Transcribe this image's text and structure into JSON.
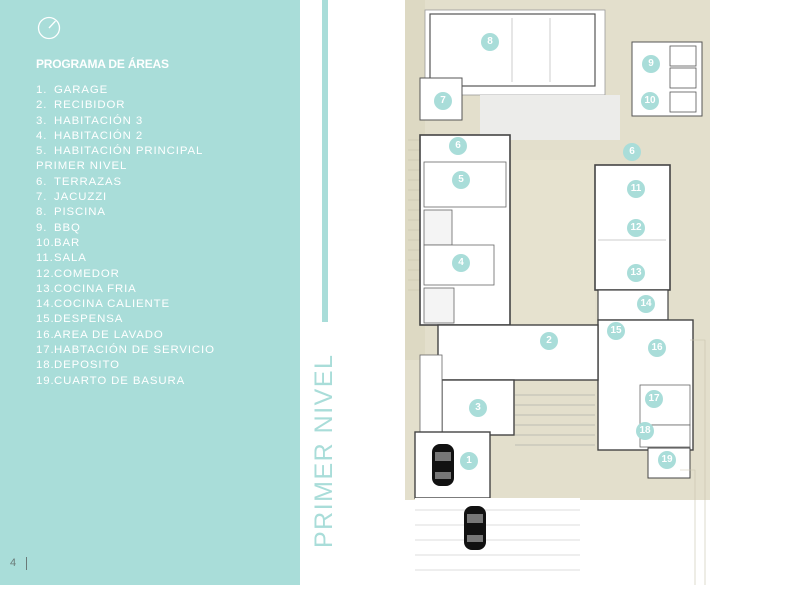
{
  "sidebar": {
    "title": "PROGRAMA DE ÁREAS",
    "items": [
      {
        "num": "1.",
        "label": "GARAGE"
      },
      {
        "num": "2.",
        "label": "RECIBIDOR"
      },
      {
        "num": "3.",
        "label": "HABITACIÓN 3"
      },
      {
        "num": "4.",
        "label": "HABITACIÓN 2"
      },
      {
        "num": "5.",
        "label": "HABITACIÓN PRINCIPAL"
      },
      {
        "num": "",
        "label": "PRIMER NIVEL"
      },
      {
        "num": "6.",
        "label": "TERRAZAS"
      },
      {
        "num": "7.",
        "label": "JACUZZI"
      },
      {
        "num": "8.",
        "label": "PISCINA"
      },
      {
        "num": "9.",
        "label": "BBQ"
      },
      {
        "num": "10.",
        "label": "BAR"
      },
      {
        "num": "11.",
        "label": "SALA"
      },
      {
        "num": "12.",
        "label": "COMEDOR"
      },
      {
        "num": "13.",
        "label": "COCINA FRIA"
      },
      {
        "num": "14.",
        "label": "COCINA CALIENTE"
      },
      {
        "num": "15.",
        "label": "DESPENSA"
      },
      {
        "num": "16.",
        "label": "AREA DE LAVADO"
      },
      {
        "num": "17.",
        "label": "HABTACIÓN DE SERVICIO"
      },
      {
        "num": "18.",
        "label": "DEPOSITO"
      },
      {
        "num": "19.",
        "label": "CUARTO DE BASURA"
      }
    ]
  },
  "page_number": "4",
  "vertical_title": "PRIMER NIVEL",
  "plan_markers": [
    "1",
    "2",
    "3",
    "4",
    "5",
    "6",
    "6",
    "7",
    "8",
    "9",
    "10",
    "11",
    "12",
    "13",
    "14",
    "15",
    "16",
    "17",
    "18",
    "19"
  ],
  "colors": {
    "accent": "#a9ddd9",
    "text_on_accent": "#ffffff",
    "page_number": "#6a7a78"
  }
}
